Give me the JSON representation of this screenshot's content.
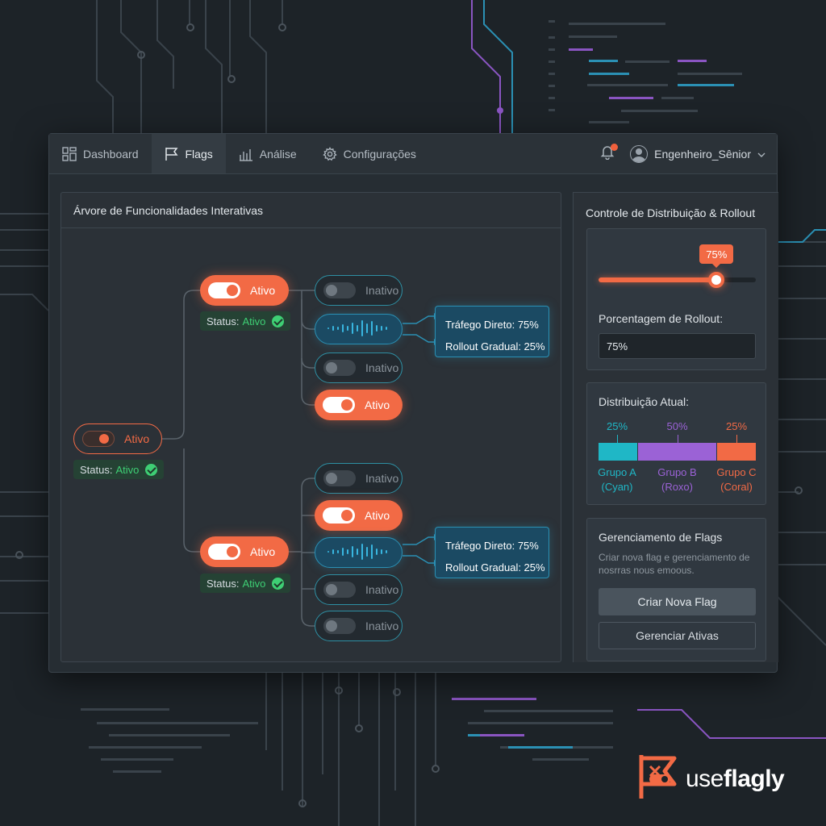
{
  "nav": {
    "tabs": [
      {
        "label": "Dashboard",
        "icon": "grid-icon"
      },
      {
        "label": "Flags",
        "icon": "flag-icon",
        "active": true
      },
      {
        "label": "Análise",
        "icon": "bar-chart-icon"
      },
      {
        "label": "Configurações",
        "icon": "gear-icon"
      }
    ],
    "notification_icon": "bell-icon",
    "user": {
      "name": "Engenheiro_Sênior",
      "icon": "user-avatar-icon"
    }
  },
  "tree": {
    "title": "Árvore de Funcionalidades Interativas",
    "root": {
      "label": "Ativo",
      "status_label": "Status:",
      "status_value": "Ativo"
    },
    "branch_top": {
      "node": {
        "label": "Ativo",
        "status_label": "Status:",
        "status_value": "Ativo"
      },
      "children": [
        "Inativo",
        "wave",
        "Inativo",
        "Ativo"
      ],
      "traffic": {
        "direct": "Tráfego Direto: 75%",
        "gradual": "Rollout Gradual: 25%"
      }
    },
    "branch_bottom": {
      "node": {
        "label": "Ativo",
        "status_label": "Status:",
        "status_value": "Ativo"
      },
      "children": [
        "Inativo",
        "Ativo",
        "wave",
        "Inativo",
        "Inativo"
      ],
      "traffic": {
        "direct": "Tráfego Direto: 75%",
        "gradual": "Rollout Gradual: 25%"
      }
    }
  },
  "rollout": {
    "title": "Controle de Distribuição & Rollout",
    "slider_value": 75,
    "slider_label": "75%",
    "input_label": "Porcentagem de Rollout:",
    "input_value": "75%"
  },
  "distribution": {
    "title": "Distribuição Atual:",
    "groups": [
      {
        "pct": "25%",
        "value": 25,
        "name": "Grupo A",
        "sub": "(Cyan)",
        "color": "#1fb7c6"
      },
      {
        "pct": "50%",
        "value": 50,
        "name": "Grupo B",
        "sub": "(Roxo)",
        "color": "#9b62d6"
      },
      {
        "pct": "25%",
        "value": 25,
        "name": "Grupo C",
        "sub": "(Coral)",
        "color": "#f26a45"
      }
    ]
  },
  "flags": {
    "title": "Gerenciamento de Flags",
    "description": "Criar nova flag e gerenciamento de nosrras nous emoous.",
    "create_button": "Criar Nova Flag",
    "manage_button": "Gerenciar Ativas"
  },
  "brand": {
    "name_light": "use",
    "name_bold": "flagly"
  },
  "colors": {
    "accent": "#f26a45",
    "cyan": "#1fb7c6",
    "purple": "#9b62d6",
    "success": "#3ecf74"
  }
}
